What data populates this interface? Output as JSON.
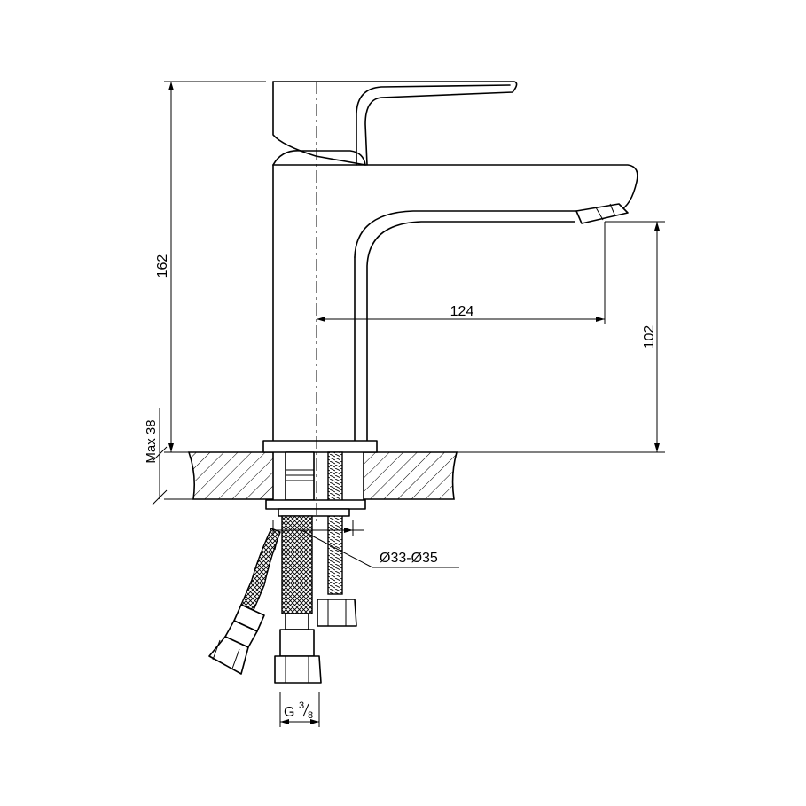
{
  "dimensions": {
    "height_total": "162",
    "spout_reach": "124",
    "spout_height": "102",
    "countertop_max": "Max 38",
    "hole_diameter": "Ø33-Ø35",
    "thread_prefix": "G",
    "thread_num": "3",
    "thread_den": "8"
  }
}
